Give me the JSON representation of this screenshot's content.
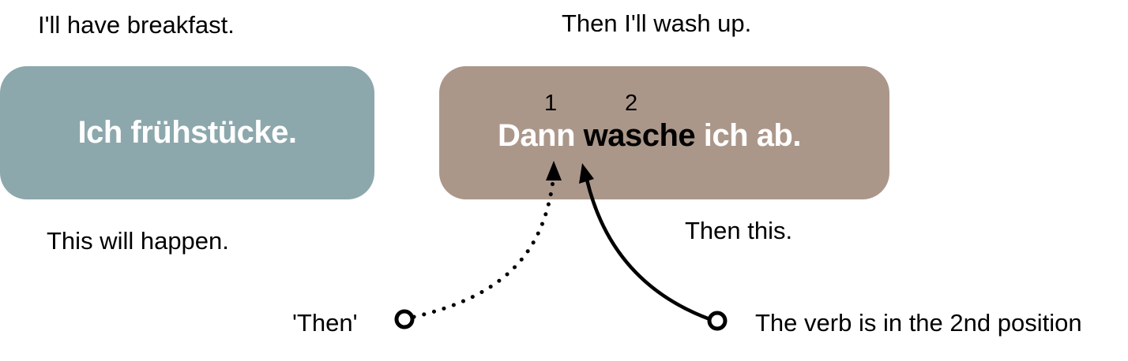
{
  "left": {
    "caption_top": "I'll have breakfast.",
    "sentence": "Ich frühstücke.",
    "caption_bottom": "This will happen."
  },
  "right": {
    "caption_top": "Then I'll wash up.",
    "words": {
      "first": "Dann",
      "verb": "wasche",
      "rest": "ich ab."
    },
    "position_1": "1",
    "position_2": "2",
    "caption_side": "Then this."
  },
  "annotations": {
    "then_label": "'Then'",
    "verb_label": "The verb is in the 2nd position"
  },
  "colors": {
    "left_card": "#8ca8ac",
    "right_card": "#ab978a",
    "card_text": "#ffffff",
    "verb_text": "#000000"
  }
}
